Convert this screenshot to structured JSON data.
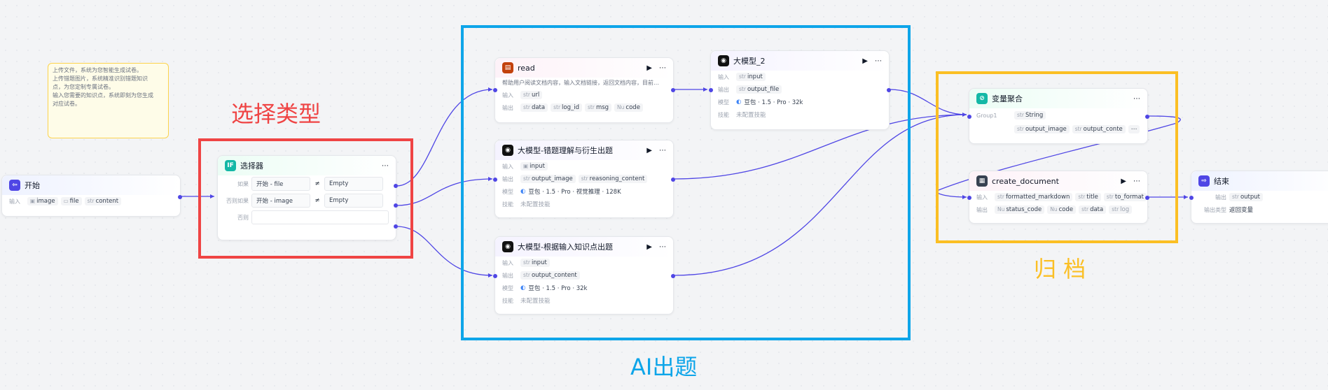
{
  "note": {
    "lines": [
      "上传文件，系统为您智能生成试卷。",
      "上传错题图片，系统精准识别错题知识",
      "点，为您定制专属试卷。",
      "输入您需要的知识点，系统即刻为您生成",
      "对应试卷。"
    ]
  },
  "annotations": {
    "select_type": "选择类型",
    "ai_question": "AI出题",
    "archive": "归 档"
  },
  "colors": {
    "red": "#ef4444",
    "blue": "#0ea5e9",
    "yellow": "#fbbf24",
    "wire": "#4f46e5"
  },
  "labels": {
    "input": "输入",
    "output": "输出",
    "model": "模型",
    "skill": "技能",
    "str": "str",
    "num": "Nu"
  },
  "start": {
    "title": "开始",
    "icon": "start-icon",
    "inputs": [
      "image",
      "file",
      "content"
    ]
  },
  "selector": {
    "title": "选择器",
    "icon": "if-icon",
    "conditions": [
      {
        "key": "如果",
        "var": "开始 - file",
        "op": "≠",
        "value": "Empty"
      },
      {
        "key": "否则如果",
        "var": "开始 - image",
        "op": "≠",
        "value": "Empty"
      },
      {
        "key": "否则",
        "var": "",
        "op": "",
        "value": ""
      }
    ]
  },
  "read": {
    "title": "read",
    "description": "帮助用户阅读文档内容，输入文档链接，返回文档内容，目前…",
    "inputs": [
      "url"
    ],
    "outputs": [
      "data",
      "log_id",
      "msg",
      "code"
    ]
  },
  "llm_wrong": {
    "title": "大模型-错题理解与衍生出题",
    "inputs": [
      "input"
    ],
    "outputs": [
      "output_image",
      "reasoning_content"
    ],
    "model": "豆包 · 1.5 · Pro · 视觉推理 · 128K",
    "skill": "未配置技能"
  },
  "llm_knowledge": {
    "title": "大模型-根据输入知识点出题",
    "inputs": [
      "input"
    ],
    "outputs": [
      "output_content"
    ],
    "model": "豆包 · 1.5 · Pro · 32k",
    "skill": "未配置技能"
  },
  "llm2": {
    "title": "大模型_2",
    "inputs": [
      "input"
    ],
    "outputs": [
      "output_file"
    ],
    "model": "豆包 · 1.5 · Pro · 32k",
    "skill": "未配置技能"
  },
  "aggregate": {
    "title": "变量聚合",
    "group": "Group1",
    "type": "String",
    "vars": [
      "output_image",
      "output_conte"
    ]
  },
  "create_doc": {
    "title": "create_document",
    "inputs": [
      "formatted_markdown",
      "title",
      "to_format"
    ],
    "outputs": [
      "status_code",
      "code",
      "data",
      "log"
    ]
  },
  "end": {
    "title": "结束",
    "output_label": "输出",
    "output_var": "output",
    "type_label": "输出类型",
    "type_value": "返回变量"
  }
}
